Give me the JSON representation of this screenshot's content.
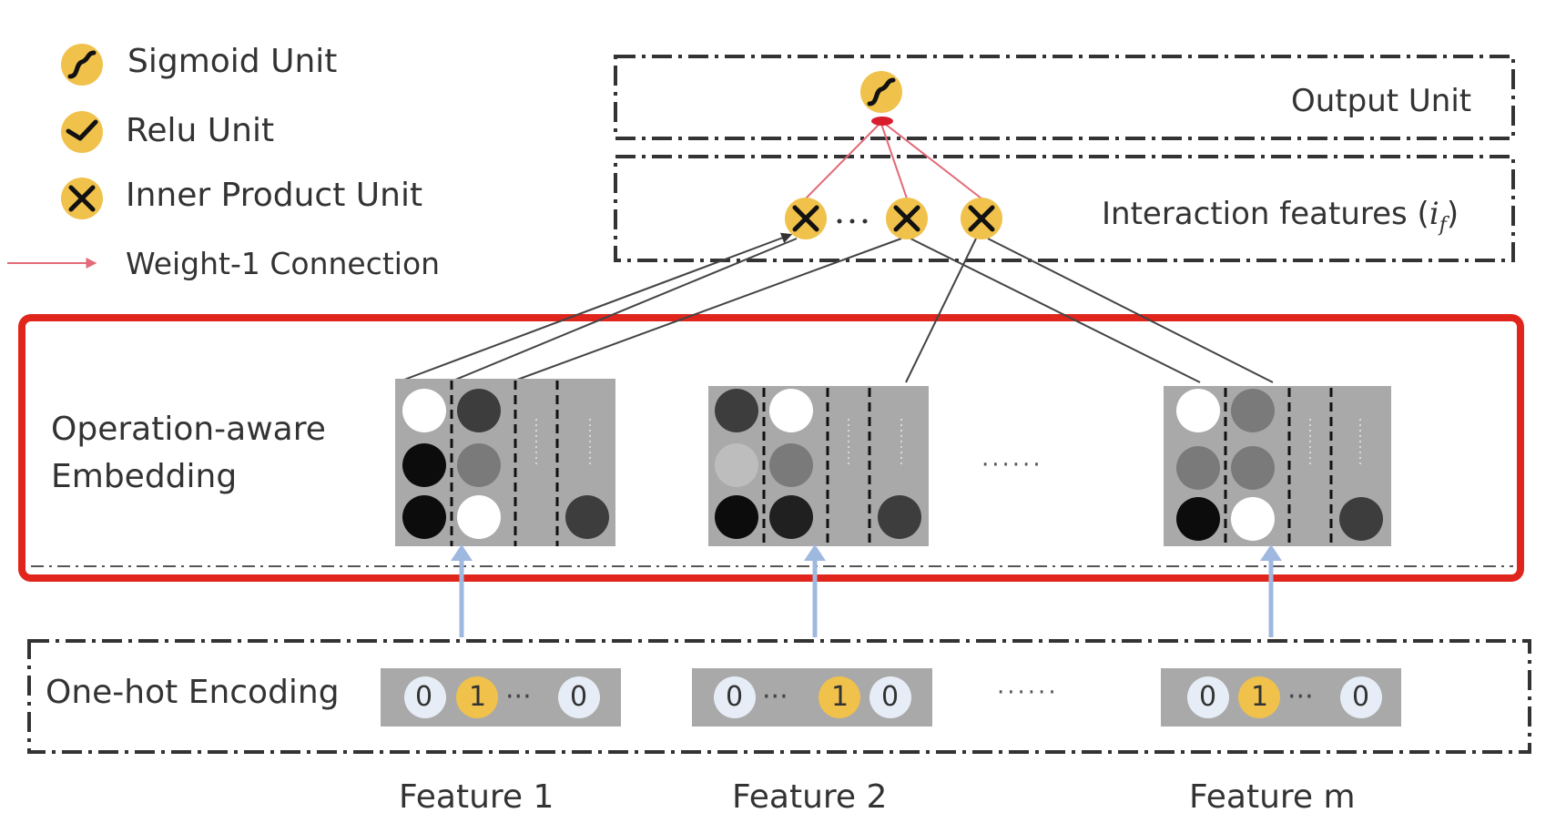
{
  "legend": {
    "sigmoid": "Sigmoid Unit",
    "relu": "Relu Unit",
    "inner_product": "Inner Product Unit",
    "weight1": "Weight-1 Connection"
  },
  "layers": {
    "output": "Output Unit",
    "interaction_prefix": "Interaction features (",
    "interaction_var_main": "i",
    "interaction_var_sub": "f",
    "interaction_suffix": ")",
    "embedding_line1": "Operation-aware",
    "embedding_line2": "Embedding",
    "onehot": "One-hot Encoding"
  },
  "features": [
    "Feature 1",
    "Feature 2",
    "Feature m"
  ],
  "onehot_values": [
    [
      "0",
      "1",
      "···",
      "0"
    ],
    [
      "0",
      "···",
      "1",
      "0"
    ],
    [
      "0",
      "1",
      "···",
      "0"
    ]
  ],
  "ellipsis": "······",
  "colors": {
    "unit_fill": "#f0c24b",
    "highlight_box": "#e0261c",
    "weight_line": "#e36a78",
    "input_arrow": "#9fb8df",
    "panel_grey": "#a9a9a9"
  }
}
